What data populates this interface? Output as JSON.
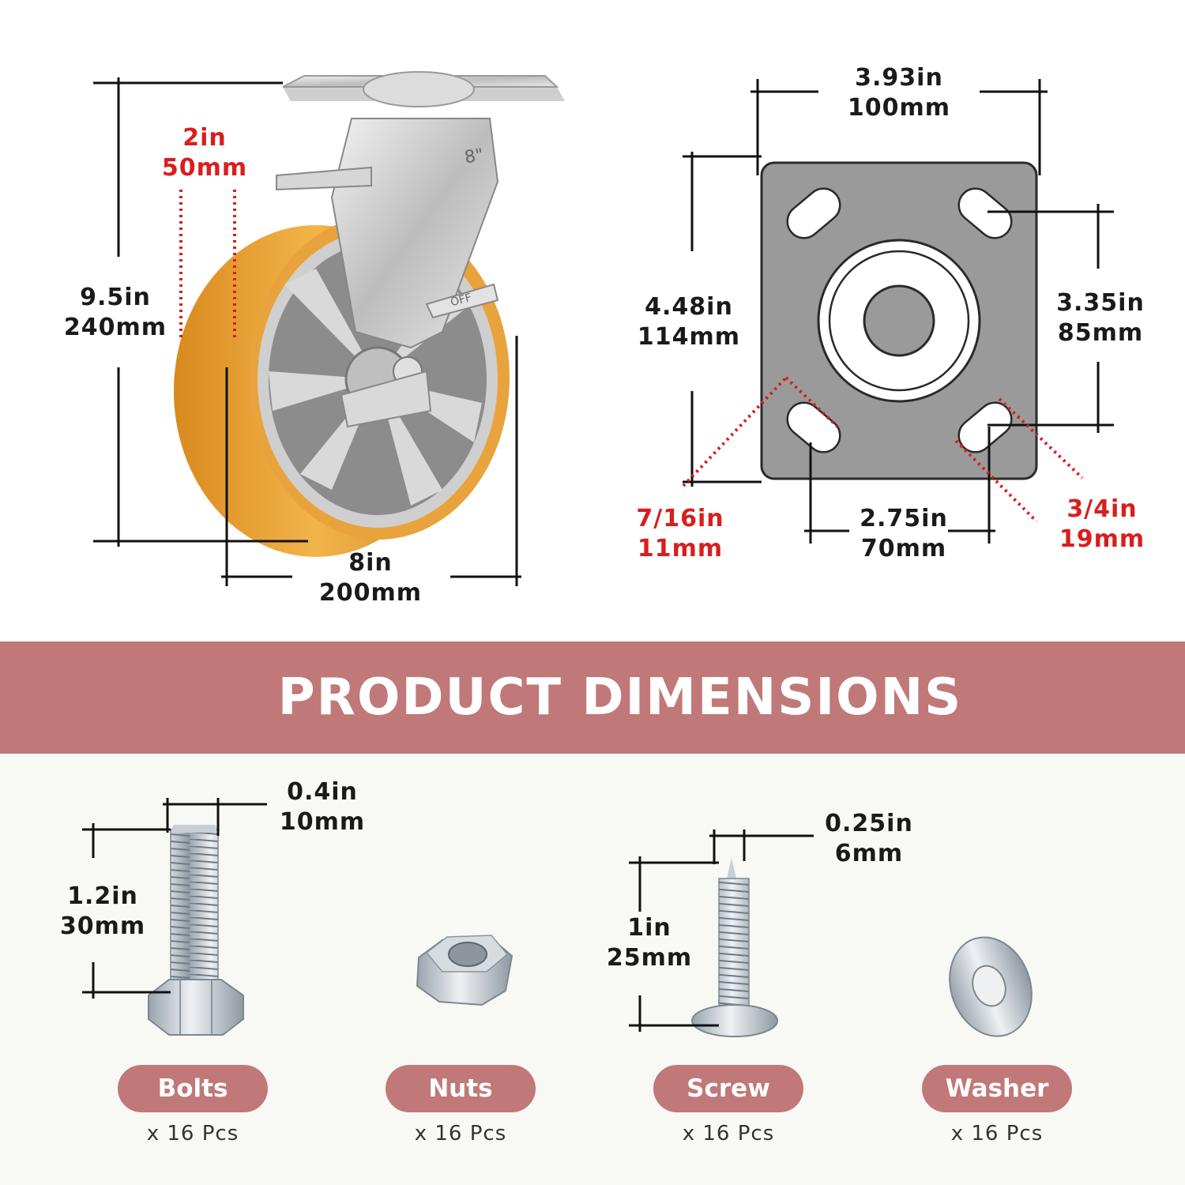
{
  "banner": {
    "title": "PRODUCT DIMENSIONS"
  },
  "caster": {
    "height": {
      "in": "9.5in",
      "mm": "240mm"
    },
    "tread_width": {
      "in": "2in",
      "mm": "50mm"
    },
    "wheel_diameter": {
      "in": "8in",
      "mm": "200mm"
    },
    "wheel_marking": "8\"",
    "brake_label": "OFF"
  },
  "plate": {
    "width": {
      "in": "3.93in",
      "mm": "100mm"
    },
    "length": {
      "in": "4.48in",
      "mm": "114mm"
    },
    "hole_spacing_vertical": {
      "in": "3.35in",
      "mm": "85mm"
    },
    "hole_spacing_horizontal": {
      "in": "2.75in",
      "mm": "70mm"
    },
    "slot_width": {
      "in": "7/16in",
      "mm": "11mm"
    },
    "slot_length": {
      "in": "3/4in",
      "mm": "19mm"
    }
  },
  "hardware": {
    "bolt": {
      "length": {
        "in": "1.2in",
        "mm": "30mm"
      },
      "diameter": {
        "in": "0.4in",
        "mm": "10mm"
      }
    },
    "screw": {
      "length": {
        "in": "1in",
        "mm": "25mm"
      },
      "diameter": {
        "in": "0.25in",
        "mm": "6mm"
      }
    },
    "items": [
      {
        "label": "Bolts",
        "qty": "x 16 Pcs"
      },
      {
        "label": "Nuts",
        "qty": "x 16 Pcs"
      },
      {
        "label": "Screw",
        "qty": "x 16 Pcs"
      },
      {
        "label": "Washer",
        "qty": "x 16 Pcs"
      }
    ]
  },
  "colors": {
    "banner": "#c07878",
    "accent_red": "#d81e1e",
    "wheel_tread": "#e8a43a",
    "plate_gray": "#9a9a9a"
  }
}
